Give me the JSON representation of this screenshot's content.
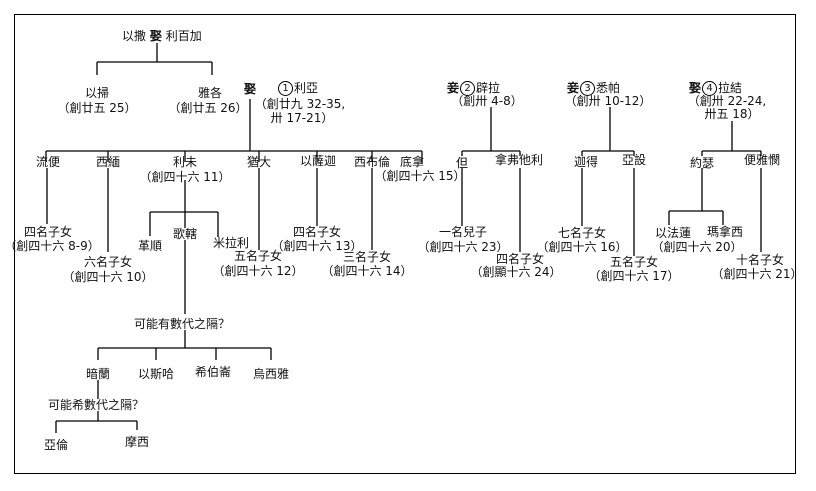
{
  "root": {
    "husband": "以撒",
    "marry": "娶",
    "wife": "利百加"
  },
  "gen1": [
    {
      "name": "以掃",
      "ref": "（創廿五 25）"
    },
    {
      "name": "雅各",
      "ref": "（創廿五 26）"
    }
  ],
  "wives": [
    {
      "relation": "娶",
      "number": "1",
      "name": "利亞",
      "ref1": "（創廿九 32-35,",
      "ref2": "卅 17-21）"
    },
    {
      "relation": "妾",
      "number": "2",
      "name": "辟拉",
      "ref1": "（創卅 4-8）"
    },
    {
      "relation": "妾",
      "number": "3",
      "name": "悉帕",
      "ref1": "（創卅 10-12）"
    },
    {
      "relation": "娶",
      "number": "4",
      "name": "拉結",
      "ref1": "（創卅 22-24,",
      "ref2": "卅五 18）"
    }
  ],
  "sons": {
    "reuben": {
      "name": "流便",
      "children": "四名子女",
      "ref": "（創四十六 8-9）"
    },
    "simeon": {
      "name": "西緬",
      "children": "六名子女",
      "ref": "（創四十六 10）"
    },
    "levi": {
      "name": "利未",
      "ref": "（創四十六 11）"
    },
    "judah": {
      "name": "猶大",
      "children": "五名子女",
      "ref": "（創四十六 12）"
    },
    "issachar": {
      "name": "以薩迦",
      "children": "四名子女",
      "ref": "（創四十六 13）"
    },
    "zebulun": {
      "name": "西布倫",
      "children": "三名子女",
      "ref": "（創四十六 14）"
    },
    "dinah": {
      "name": "底拿",
      "ref": "（創四十六 15）"
    },
    "dan": {
      "name": "但",
      "children": "一名兒子",
      "ref": "（創四十六 23）"
    },
    "naphtali": {
      "name": "拿弗他利",
      "children": "四名子女",
      "ref": "（創顯十六 24）"
    },
    "gad": {
      "name": "迦得",
      "children": "七名子女",
      "ref": "（創四十六 16）"
    },
    "asher": {
      "name": "亞設",
      "children": "五名子女",
      "ref": "（創四十六 17）"
    },
    "joseph": {
      "name": "約瑟"
    },
    "benjamin": {
      "name": "便雅憫",
      "children": "十名子女",
      "ref": "（創四十六 21）"
    }
  },
  "levi_sons": [
    "革順",
    "歌轄",
    "米拉利"
  ],
  "joseph_sons": {
    "a": "以法蓮",
    "b": "瑪拿西",
    "ref": "（創四十六 20）"
  },
  "gap1": "可能有數代之隔？",
  "kohath_sons": [
    "暗蘭",
    "以斯哈",
    "希伯崙",
    "烏西雅"
  ],
  "gap2": "可能希數代之隔？",
  "amram_sons": [
    "亞倫",
    "摩西"
  ]
}
